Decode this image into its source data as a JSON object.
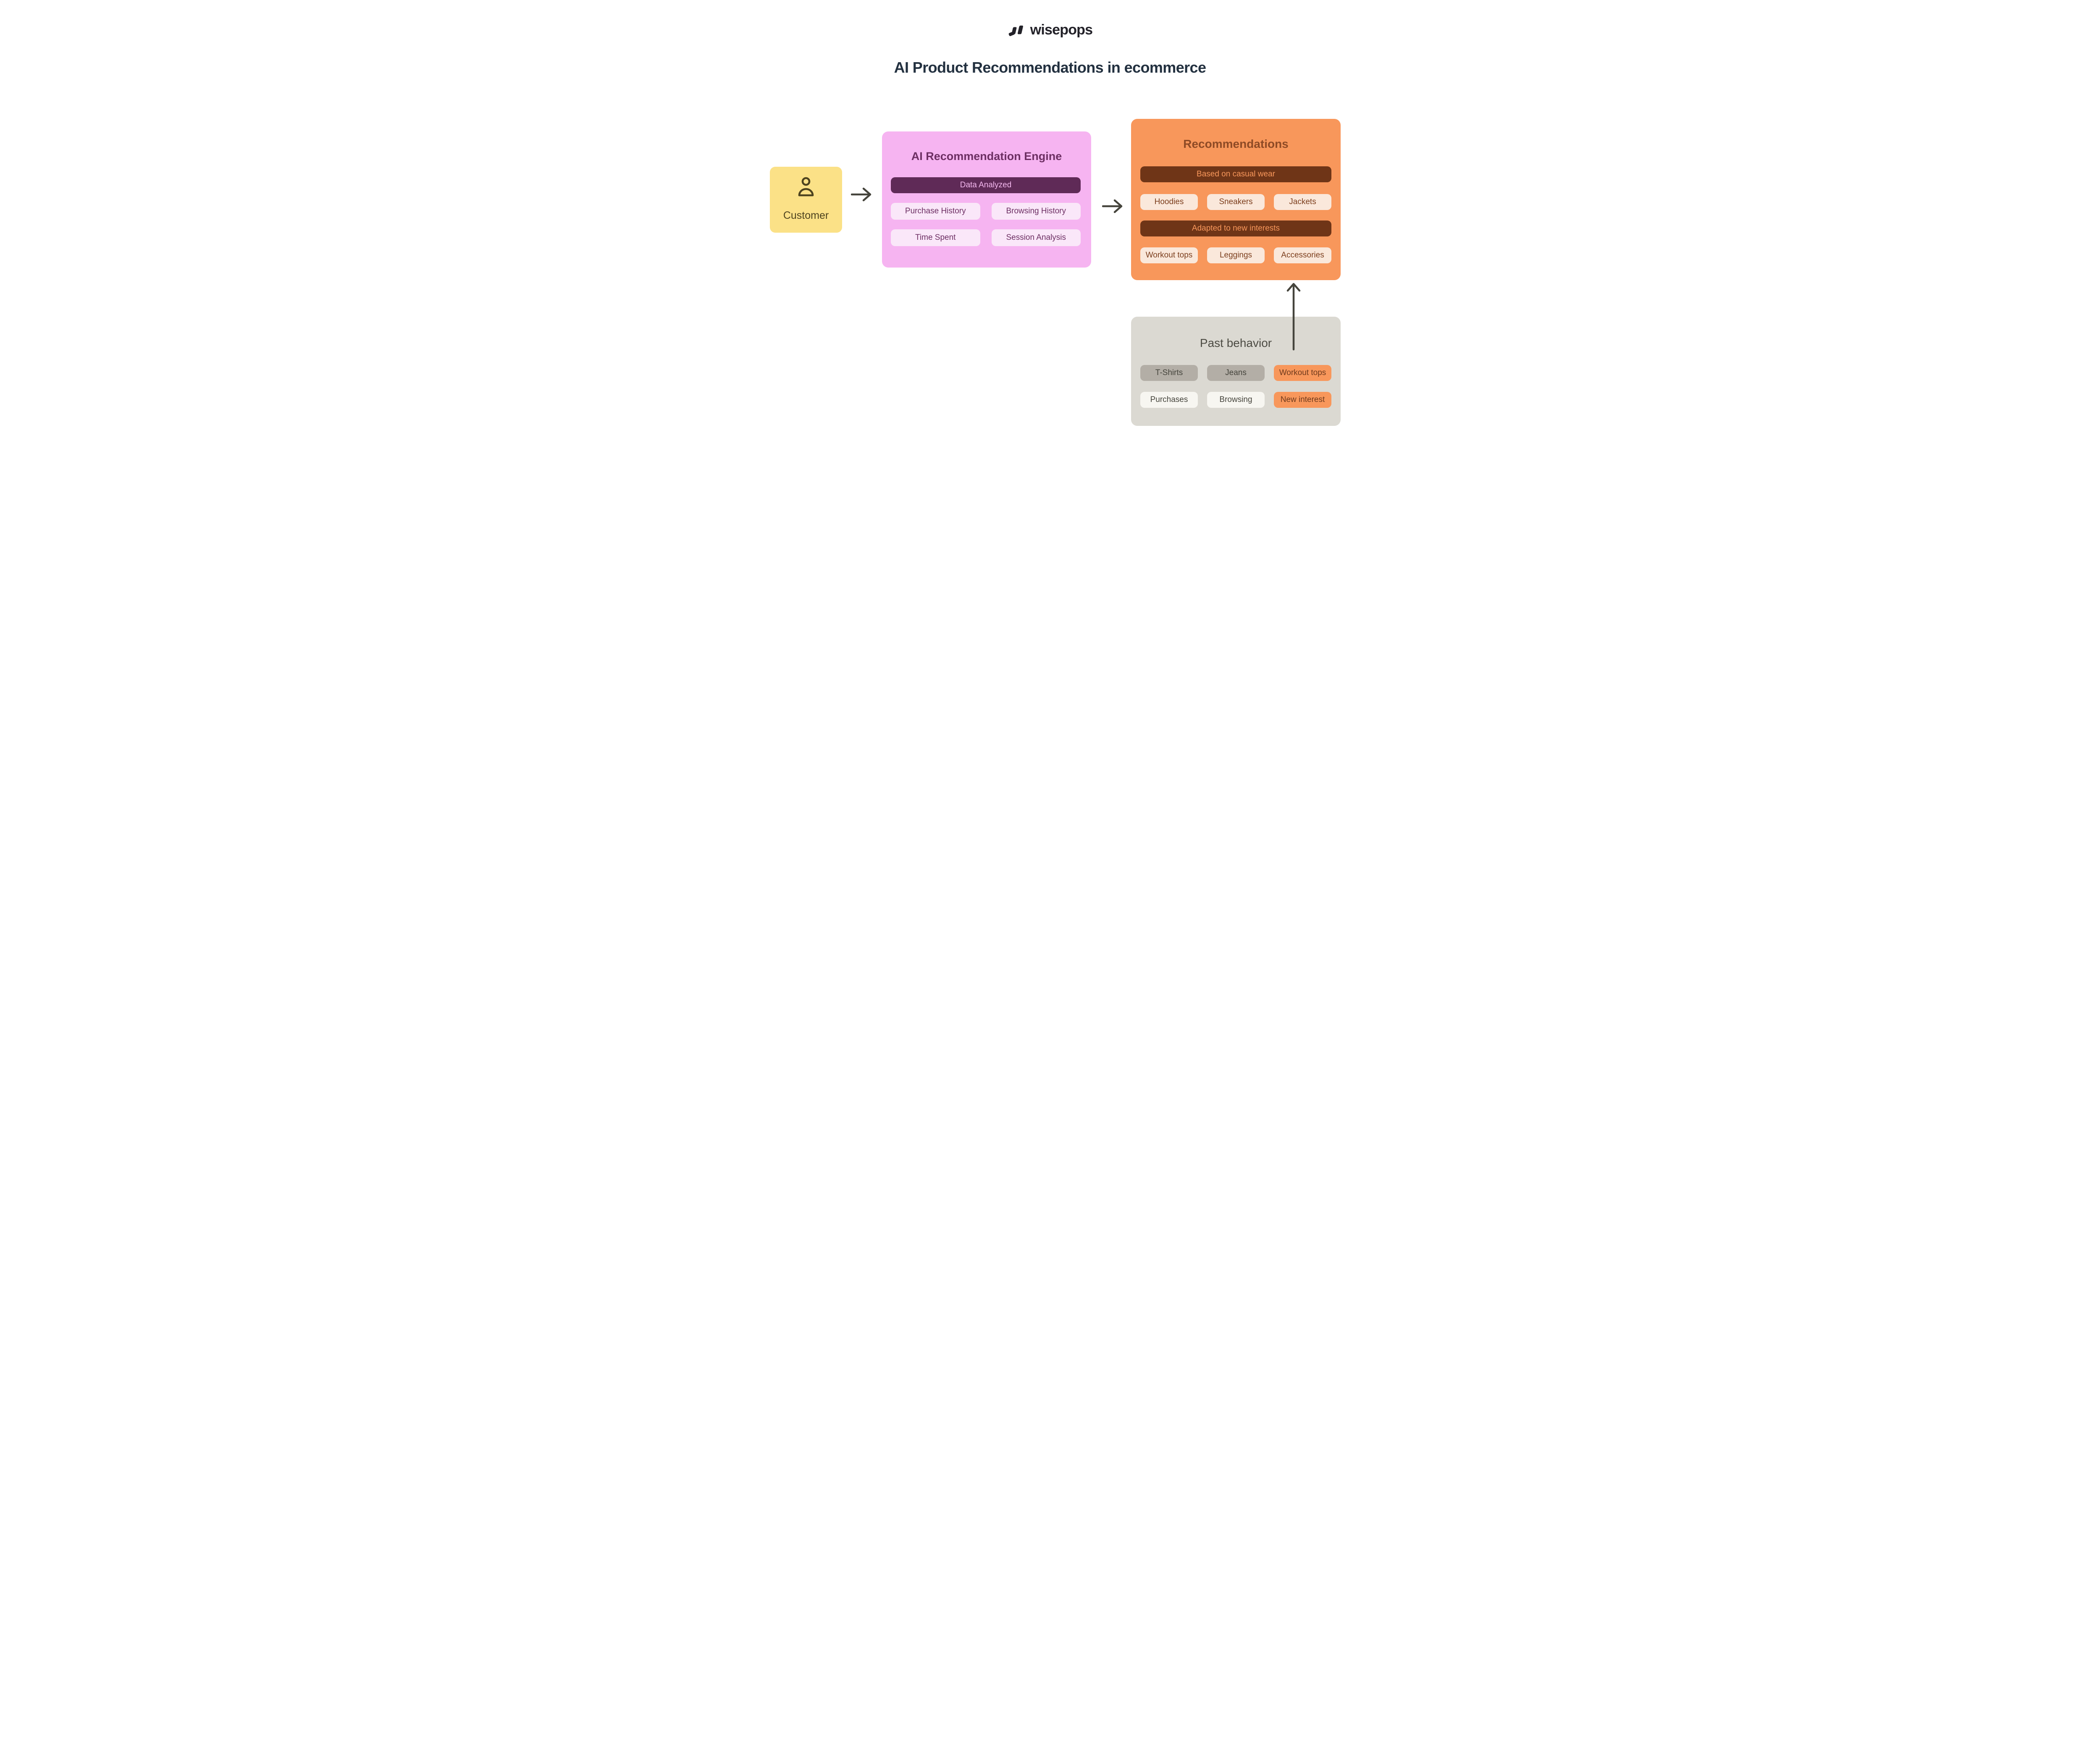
{
  "logo": {
    "icon": "wisepops-mark",
    "brand": "wisepops"
  },
  "title": "AI Product Recommendations in ecommerce",
  "customer_box": {
    "icon": "person-icon",
    "label": "Customer"
  },
  "engine_box": {
    "title": "AI Recommendation Engine",
    "header_pill": "Data Analyzed",
    "factors": [
      "Purchase History",
      "Browsing History",
      "Time Spent",
      "Session Analysis"
    ]
  },
  "recommendations_box": {
    "title": "Recommendations",
    "group1": {
      "header": "Based on casual wear",
      "items": [
        "Hoodies",
        "Sneakers",
        "Jackets"
      ]
    },
    "group2": {
      "header": "Adapted to new interests",
      "items": [
        "Workout tops",
        "Leggings",
        "Accessories"
      ]
    }
  },
  "past_behavior_box": {
    "title": "Past behavior",
    "row1": [
      {
        "label": "T-Shirts",
        "variant": "gray"
      },
      {
        "label": "Jeans",
        "variant": "gray"
      },
      {
        "label": "Workout tops",
        "variant": "orange"
      }
    ],
    "row2": [
      {
        "label": "Purchases",
        "variant": "white"
      },
      {
        "label": "Browsing",
        "variant": "white"
      },
      {
        "label": "New interest",
        "variant": "orange"
      }
    ]
  },
  "colors": {
    "canvas_bg": "#FFFFFF",
    "ink": "#232229",
    "title_text": "#233140",
    "arrow": "#45443C",
    "customer_bg": "#FBE187",
    "customer_text": "#4D431F",
    "engine_bg": "#F6B4F1",
    "engine_title_text": "#6D2F63",
    "engine_dark_pill_bg": "#5F2A57",
    "engine_dark_pill_text": "#F4B8EF",
    "engine_light_pill_bg": "#FAE7F9",
    "reco_bg": "#F8975B",
    "reco_title_text": "#8E4A25",
    "reco_dark_pill_bg": "#6F3517",
    "reco_dark_pill_text": "#F8975B",
    "reco_light_pill_bg": "#FAE8DB",
    "reco_light_pill_text": "#7C3E1D",
    "past_bg": "#DBD9D2",
    "past_title_text": "#4C4B43",
    "past_gray_pill_bg": "#B3AEA6",
    "past_white_pill_bg": "#F7F6F1",
    "past_orange_pill_bg": "#F8975B",
    "past_pill_text": "#45443C"
  }
}
